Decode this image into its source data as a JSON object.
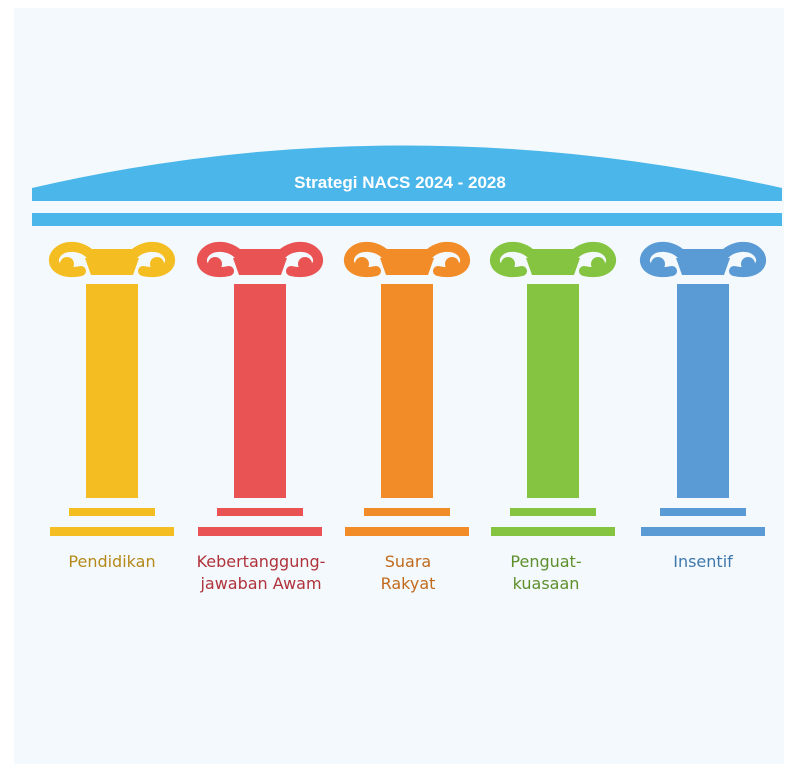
{
  "title": "Strategi NACS 2024 - 2028",
  "colors": {
    "roof": "#4ab6ea",
    "background": "#f3f9fc"
  },
  "pillars": [
    {
      "lines": [
        "Pendidikan"
      ],
      "color": "#f4bd22",
      "label_color": "#b5891a"
    },
    {
      "lines": [
        "Kebertanggung-",
        "jawaban Awam"
      ],
      "color": "#ea5354",
      "label_color": "#b0323a"
    },
    {
      "lines": [
        "Suara",
        "Rakyat"
      ],
      "color": "#f28c28",
      "label_color": "#c26a1c"
    },
    {
      "lines": [
        "Penguat-",
        "kuasaan"
      ],
      "color": "#84c441",
      "label_color": "#5d8f2b"
    },
    {
      "lines": [
        "Insentif"
      ],
      "color": "#5b9bd5",
      "label_color": "#3f78ad"
    }
  ]
}
